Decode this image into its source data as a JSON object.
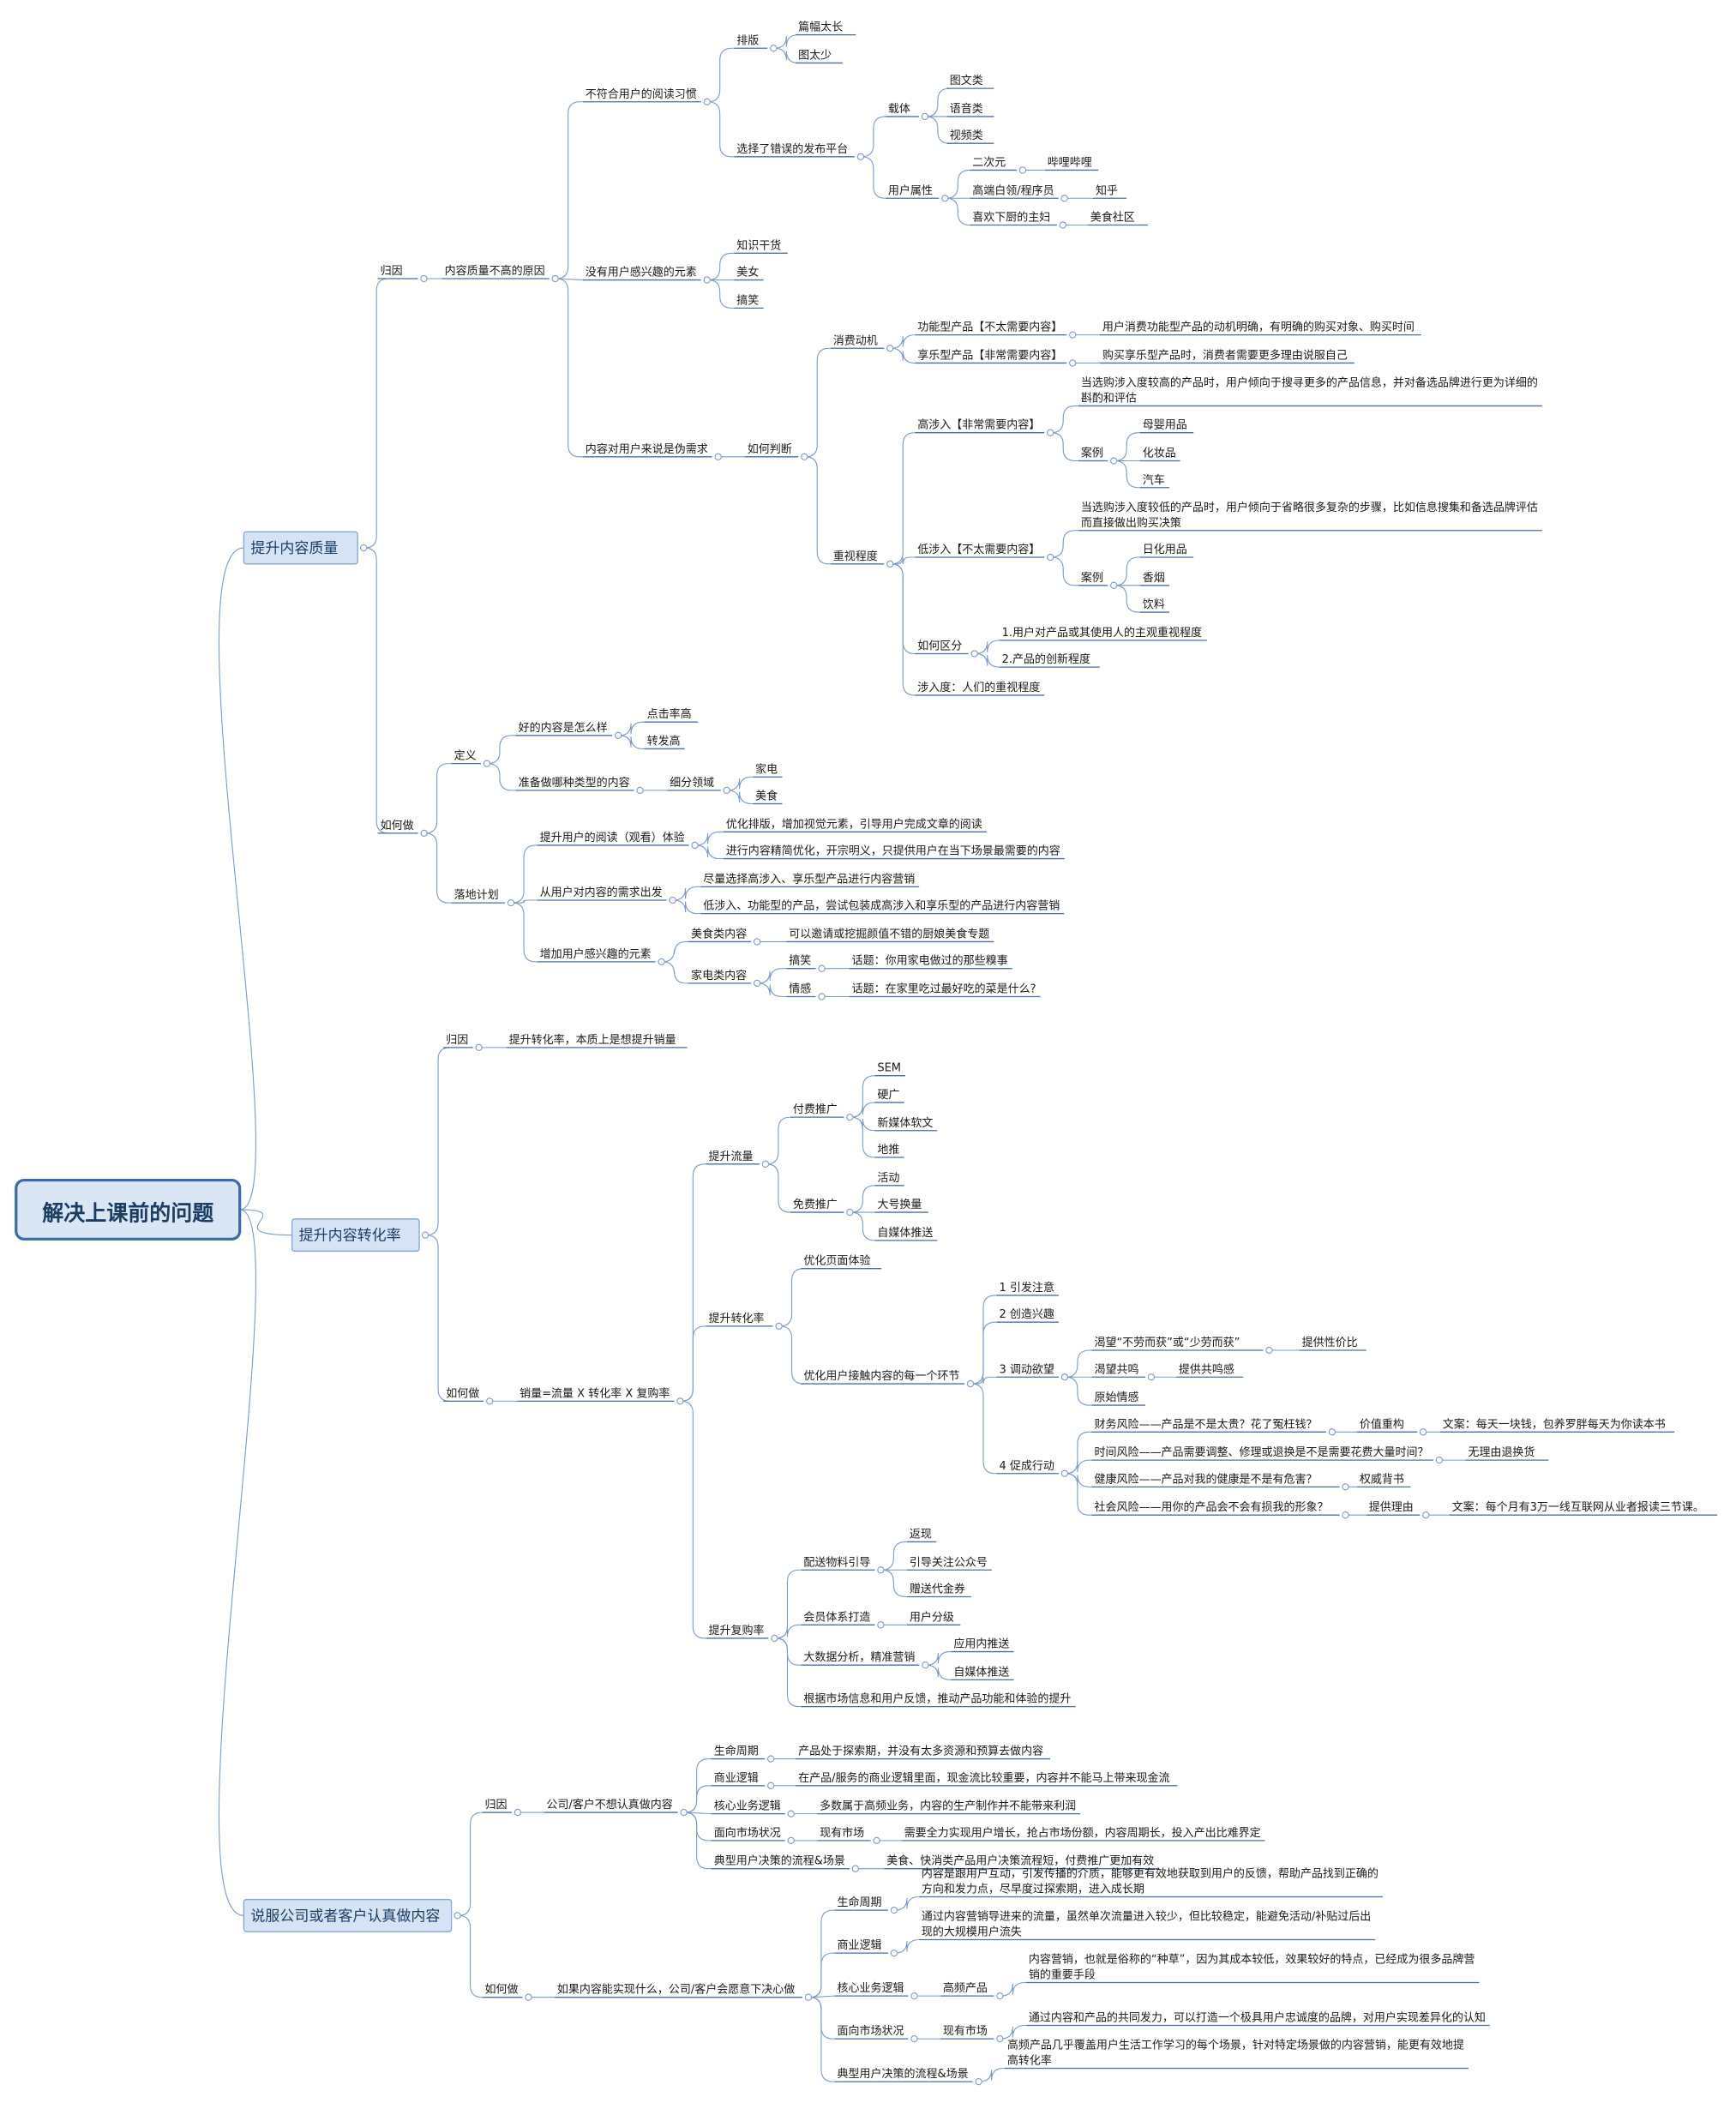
{
  "root": "解决上课前的问题",
  "colors": {
    "connector": "#7a9ac7",
    "underline": "#4a6fa8",
    "main_fill": "#d6e3f4",
    "root_border": "#3a6aa8",
    "text": "#1a1a1a"
  },
  "nodes": {
    "c1": {
      "text": "提升内容质量"
    },
    "c1a": {
      "text": "归因"
    },
    "c1a1": {
      "text": "内容质量不高的原因"
    },
    "c1a1a": {
      "text": "不符合用户的阅读习惯"
    },
    "c1a1a1": {
      "text": "排版"
    },
    "c1a1a1a": {
      "text": "篇幅太长"
    },
    "c1a1a1b": {
      "text": "图太少"
    },
    "c1a1a2": {
      "text": "选择了错误的发布平台"
    },
    "c1a1a2a": {
      "text": "载体"
    },
    "c1a1a2a1": {
      "text": "图文类"
    },
    "c1a1a2a2": {
      "text": "语音类"
    },
    "c1a1a2a3": {
      "text": "视频类"
    },
    "c1a1a2b": {
      "text": "用户属性"
    },
    "c1a1a2b1": {
      "text": "二次元"
    },
    "c1a1a2b1a": {
      "text": "哔哩哔哩"
    },
    "c1a1a2b2": {
      "text": "高端白领/程序员"
    },
    "c1a1a2b2a": {
      "text": "知乎"
    },
    "c1a1a2b3": {
      "text": "喜欢下厨的主妇"
    },
    "c1a1a2b3a": {
      "text": "美食社区"
    },
    "c1a1b": {
      "text": "没有用户感兴趣的元素"
    },
    "c1a1b1": {
      "text": "知识干货"
    },
    "c1a1b2": {
      "text": "美女"
    },
    "c1a1b3": {
      "text": "搞笑"
    },
    "c1a1c": {
      "text": "内容对用户来说是伪需求"
    },
    "c1a1c1": {
      "text": "如何判断"
    },
    "c1a1c1a": {
      "text": "消费动机"
    },
    "c1a1c1a1": {
      "text": "功能型产品【不太需要内容】"
    },
    "c1a1c1a1a": {
      "text": "用户消费功能型产品的动机明确，有明确的购买对象、购买时间"
    },
    "c1a1c1a2": {
      "text": "享乐型产品【非常需要内容】"
    },
    "c1a1c1a2a": {
      "text": "购买享乐型产品时，消费者需要更多理由说服自己"
    },
    "c1a1c1b": {
      "text": "重视程度"
    },
    "c1a1c1b1": {
      "text": "高涉入【非常需要内容】"
    },
    "c1a1c1b1a": {
      "text": "当选购涉入度较高的产品时，用户倾向于搜寻更多的产品信息，并对备选品牌进行更为详细的斟酌和评估"
    },
    "c1a1c1b1b": {
      "text": "案例"
    },
    "c1a1c1b1b1": {
      "text": "母婴用品"
    },
    "c1a1c1b1b2": {
      "text": "化妆品"
    },
    "c1a1c1b1b3": {
      "text": "汽车"
    },
    "c1a1c1b2": {
      "text": "低涉入【不太需要内容】"
    },
    "c1a1c1b2a": {
      "text": "当选购涉入度较低的产品时，用户倾向于省略很多复杂的步骤，比如信息搜集和备选品牌评估而直接做出购买决策"
    },
    "c1a1c1b2b": {
      "text": "案例"
    },
    "c1a1c1b2b1": {
      "text": "日化用品"
    },
    "c1a1c1b2b2": {
      "text": "香烟"
    },
    "c1a1c1b2b3": {
      "text": "饮料"
    },
    "c1a1c1b3": {
      "text": "如何区分"
    },
    "c1a1c1b3a": {
      "text": "1.用户对产品或其使用人的主观重视程度"
    },
    "c1a1c1b3b": {
      "text": "2.产品的创新程度"
    },
    "c1a1c1b4": {
      "text": "涉入度：人们的重视程度"
    },
    "c1b": {
      "text": "如何做"
    },
    "c1b1": {
      "text": "定义"
    },
    "c1b1a": {
      "text": "好的内容是怎么样"
    },
    "c1b1a1": {
      "text": "点击率高"
    },
    "c1b1a2": {
      "text": "转发高"
    },
    "c1b1b": {
      "text": "准备做哪种类型的内容"
    },
    "c1b1b1": {
      "text": "细分领域"
    },
    "c1b1b1a": {
      "text": "家电"
    },
    "c1b1b1b": {
      "text": "美食"
    },
    "c1b2": {
      "text": "落地计划"
    },
    "c1b2a": {
      "text": "提升用户的阅读（观看）体验"
    },
    "c1b2a1": {
      "text": "优化排版，增加视觉元素，引导用户完成文章的阅读"
    },
    "c1b2a2": {
      "text": "进行内容精简优化，开宗明义，只提供用户在当下场景最需要的内容"
    },
    "c1b2b": {
      "text": "从用户对内容的需求出发"
    },
    "c1b2b1": {
      "text": "尽量选择高涉入、享乐型产品进行内容营销"
    },
    "c1b2b2": {
      "text": "低涉入、功能型的产品，尝试包装成高涉入和享乐型的产品进行内容营销"
    },
    "c1b2c": {
      "text": "增加用户感兴趣的元素"
    },
    "c1b2c1": {
      "text": "美食类内容"
    },
    "c1b2c1a": {
      "text": "可以邀请或挖掘颜值不错的厨娘美食专题"
    },
    "c1b2c2": {
      "text": "家电类内容"
    },
    "c1b2c2a": {
      "text": "搞笑"
    },
    "c1b2c2a1": {
      "text": "话题：你用家电做过的那些糗事"
    },
    "c1b2c2b": {
      "text": "情感"
    },
    "c1b2c2b1": {
      "text": "话题：在家里吃过最好吃的菜是什么?"
    },
    "c2": {
      "text": "提升内容转化率"
    },
    "c2a": {
      "text": "归因"
    },
    "c2a1": {
      "text": "提升转化率，本质上是想提升销量"
    },
    "c2b": {
      "text": "如何做"
    },
    "c2b1": {
      "text": "销量=流量 X 转化率 X 复购率"
    },
    "c2b1a": {
      "text": "提升流量"
    },
    "c2b1a1": {
      "text": "付费推广"
    },
    "c2b1a1a": {
      "text": "SEM"
    },
    "c2b1a1b": {
      "text": "硬广"
    },
    "c2b1a1c": {
      "text": "新媒体软文"
    },
    "c2b1a1d": {
      "text": "地推"
    },
    "c2b1a2": {
      "text": "免费推广"
    },
    "c2b1a2a": {
      "text": "活动"
    },
    "c2b1a2b": {
      "text": "大号换量"
    },
    "c2b1a2c": {
      "text": "自媒体推送"
    },
    "c2b1b": {
      "text": "提升转化率"
    },
    "c2b1b1": {
      "text": "优化页面体验"
    },
    "c2b1b2": {
      "text": "优化用户接触内容的每一个环节"
    },
    "c2b1b2a": {
      "text": "1 引发注意"
    },
    "c2b1b2b": {
      "text": "2 创造兴趣"
    },
    "c2b1b2c": {
      "text": "3 调动欲望"
    },
    "c2b1b2c1": {
      "text": "渴望“不劳而获”或“少劳而获”"
    },
    "c2b1b2c1a": {
      "text": "提供性价比"
    },
    "c2b1b2c2": {
      "text": "渴望共鸣"
    },
    "c2b1b2c2a": {
      "text": "提供共鸣感"
    },
    "c2b1b2c3": {
      "text": "原始情感"
    },
    "c2b1b2d": {
      "text": "4 促成行动"
    },
    "c2b1b2d1": {
      "text": "财务风险——产品是不是太贵？花了冤枉钱？"
    },
    "c2b1b2d1a": {
      "text": "价值重构"
    },
    "c2b1b2d1a1": {
      "text": "文案：每天一块钱，包养罗胖每天为你读本书"
    },
    "c2b1b2d2": {
      "text": "时间风险——产品需要调整、修理或退换是不是需要花费大量时间？"
    },
    "c2b1b2d2a": {
      "text": "无理由退换货"
    },
    "c2b1b2d3": {
      "text": "健康风险——产品对我的健康是不是有危害？"
    },
    "c2b1b2d3a": {
      "text": "权威背书"
    },
    "c2b1b2d4": {
      "text": "社会风险——用你的产品会不会有损我的形象？"
    },
    "c2b1b2d4a": {
      "text": "提供理由"
    },
    "c2b1b2d4a1": {
      "text": "文案：每个月有3万一线互联网从业者报读三节课。"
    },
    "c2b1c": {
      "text": "提升复购率"
    },
    "c2b1c1": {
      "text": "配送物料引导"
    },
    "c2b1c1a": {
      "text": "返现"
    },
    "c2b1c1b": {
      "text": "引导关注公众号"
    },
    "c2b1c1c": {
      "text": "赠送代金券"
    },
    "c2b1c2": {
      "text": "会员体系打造"
    },
    "c2b1c2a": {
      "text": "用户分级"
    },
    "c2b1c3": {
      "text": "大数据分析，精准营销"
    },
    "c2b1c3a": {
      "text": "应用内推送"
    },
    "c2b1c3b": {
      "text": "自媒体推送"
    },
    "c2b1c4": {
      "text": "根据市场信息和用户反馈，推动产品功能和体验的提升"
    },
    "c3": {
      "text": "说服公司或者客户认真做内容"
    },
    "c3a": {
      "text": "归因"
    },
    "c3a1": {
      "text": "公司/客户不想认真做内容"
    },
    "c3a1a": {
      "text": "生命周期"
    },
    "c3a1a1": {
      "text": "产品处于探索期，并没有太多资源和预算去做内容"
    },
    "c3a1b": {
      "text": "商业逻辑"
    },
    "c3a1b1": {
      "text": "在产品/服务的商业逻辑里面，现金流比较重要，内容并不能马上带来现金流"
    },
    "c3a1c": {
      "text": "核心业务逻辑"
    },
    "c3a1c1": {
      "text": "多数属于高频业务，内容的生产制作并不能带来利润"
    },
    "c3a1d": {
      "text": "面向市场状况"
    },
    "c3a1d1": {
      "text": "现有市场"
    },
    "c3a1d1a": {
      "text": "需要全力实现用户增长，抢占市场份额，内容周期长，投入产出比难界定"
    },
    "c3a1e": {
      "text": "典型用户决策的流程&场景"
    },
    "c3a1e1": {
      "text": "美食、快消类产品用户决策流程短，付费推广更加有效"
    },
    "c3b": {
      "text": "如何做"
    },
    "c3b1": {
      "text": "如果内容能实现什么，公司/客户会愿意下决心做"
    },
    "c3b1a": {
      "text": "生命周期"
    },
    "c3b1a1": {
      "text": "内容是跟用户互动，引发传播的介质，能够更有效地获取到用户的反馈，帮助产品找到正确的方向和发力点，尽早度过探索期，进入成长期"
    },
    "c3b1b": {
      "text": "商业逻辑"
    },
    "c3b1b1": {
      "text": "通过内容营销导进来的流量，虽然单次流量进入较少，但比较稳定，能避免活动/补贴过后出现的大规模用户流失"
    },
    "c3b1c": {
      "text": "核心业务逻辑"
    },
    "c3b1c1": {
      "text": "高频产品"
    },
    "c3b1c1a": {
      "text": "内容营销，也就是俗称的“种草”，因为其成本较低，效果较好的特点，已经成为很多品牌营销的重要手段"
    },
    "c3b1d": {
      "text": "面向市场状况"
    },
    "c3b1d1": {
      "text": "现有市场"
    },
    "c3b1d1a": {
      "text": "通过内容和产品的共同发力，可以打造一个极具用户忠诚度的品牌，对用户实现差异化的认知"
    },
    "c3b1e": {
      "text": "典型用户决策的流程&场景"
    },
    "c3b1e1": {
      "text": "高频产品几乎覆盖用户生活工作学习的每个场景，针对特定场景做的内容营销，能更有效地提高转化率"
    }
  }
}
